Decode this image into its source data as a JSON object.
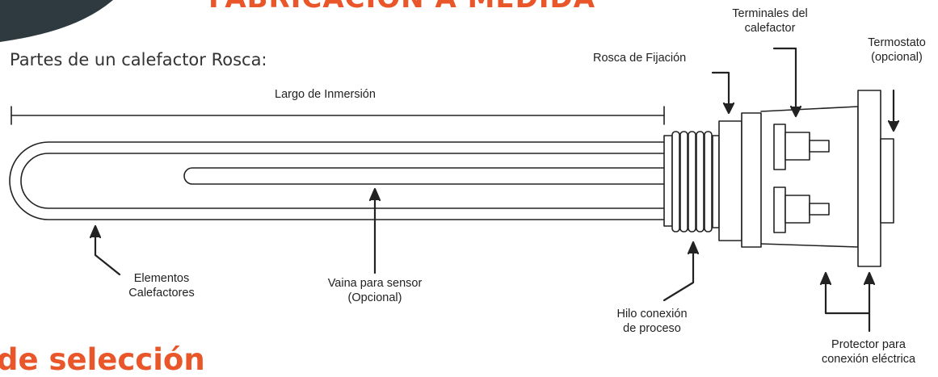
{
  "header": {
    "top_title": "FABRICACIÓN A MEDIDA",
    "intro": "Partes de un calefactor Rosca:",
    "section_title": "de selección"
  },
  "labels": {
    "largo": "Largo de Inmersión",
    "rosca": "Rosca de Fijación",
    "terminales_1": "Terminales del",
    "terminales_2": "calefactor",
    "termostato_1": "Termostato",
    "termostato_2": "(opcional)",
    "elementos_1": "Elementos",
    "elementos_2": "Calefactores",
    "vaina_1": "Vaina para sensor",
    "vaina_2": "(Opcional)",
    "hilo_1": "Hilo conexión",
    "hilo_2": "de proceso",
    "protector_1": "Protector para",
    "protector_2": "conexión eléctrica"
  },
  "colors": {
    "accent": "#e8562a",
    "corner": "#2e3a40",
    "line": "#222222"
  }
}
